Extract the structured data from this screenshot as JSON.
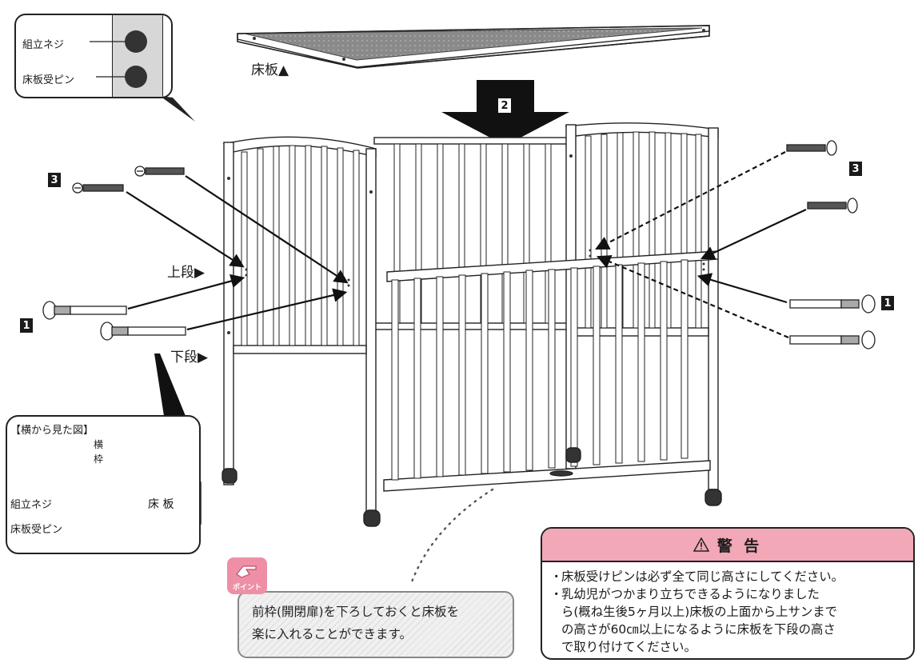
{
  "legend": {
    "screw_label": "組立ネジ",
    "pin_label": "床板受ピン"
  },
  "labels": {
    "floor_board": "床板▲",
    "upper_tier": "上段▶",
    "lower_tier": "下段▶"
  },
  "steps": {
    "step1_left": "1",
    "step1_right": "1",
    "step2": "2",
    "step3_left": "3",
    "step3_right": "3"
  },
  "side_view": {
    "title": "【横から見た図】",
    "frame_label_1": "横",
    "frame_label_2": "枠",
    "floor_label": "床 板",
    "screw_label": "組立ネジ",
    "pin_label": "床板受ピン"
  },
  "point": {
    "badge_label": "ポイント",
    "line1": "前枠(開閉扉)を下ろしておくと床板を",
    "line2": "楽に入れることができます。"
  },
  "warning": {
    "icon": "warning-triangle-icon",
    "title": "警 告",
    "items": [
      "床板受けピンは必ず全て同じ高さにしてください。",
      "乳幼児がつかまり立ちできるようになりました ら(概ね生後5ヶ月以上)床板の上面から上サンまでの高さが60㎝以上になるように床板を下段の高さで取り付けてください。"
    ],
    "item2_lines": [
      "乳幼児がつかまり立ちできるようになりました",
      "ら(概ね生後5ヶ月以上)床板の上面から上サンまで",
      "の高さが60㎝以上になるように床板を下段の高さ",
      "で取り付けてください。"
    ]
  },
  "colors": {
    "warning_header": "#f2a8b6",
    "point_badge": "#ee8fa5",
    "panel_gray": "#d7d7d7"
  }
}
